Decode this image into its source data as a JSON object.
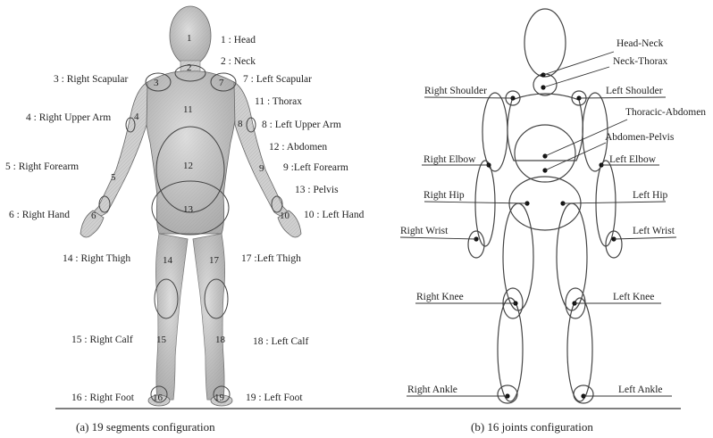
{
  "segments_panel": {
    "caption": "(a) 19 segments  configuration",
    "labels": [
      "1 : Head",
      "2 : Neck",
      "3 : Right Scapular",
      "7 : Left Scapular",
      "11 : Thorax",
      "4 : Right Upper Arm",
      "8 : Left  Upper Arm",
      "12 : Abdomen",
      "5 : Right Forearm",
      "9 :Left Forearm",
      "13 : Pelvis",
      "6 : Right Hand",
      "10 : Left Hand",
      "14 : Right Thigh",
      "17 :Left Thigh",
      "15 : Right Calf",
      "18 : Left Calf",
      "16 : Right Foot",
      "19 : Left Foot"
    ],
    "numbers": [
      "1",
      "2",
      "3",
      "7",
      "11",
      "4",
      "8",
      "12",
      "5",
      "9",
      "13",
      "6",
      "10",
      "14",
      "17",
      "15",
      "18",
      "16",
      "19"
    ]
  },
  "joints_panel": {
    "caption": "(b) 16 joints configuration",
    "labels": [
      "Head-Neck",
      "Neck-Thorax",
      "Right Shoulder",
      "Left Shoulder",
      "Thoracic-Abdomen",
      "Abdomen-Pelvis",
      "Right Elbow",
      "Left Elbow",
      "Right Hip",
      "Left Hip",
      "Right Wrist",
      "Left Wrist",
      "Right Knee",
      "Left Knee",
      "Right Ankle",
      "Left Ankle"
    ]
  },
  "colors": {
    "ink": "#222222",
    "body_fill": "#c9c9c9",
    "body_shade": "#9a9a9a"
  }
}
